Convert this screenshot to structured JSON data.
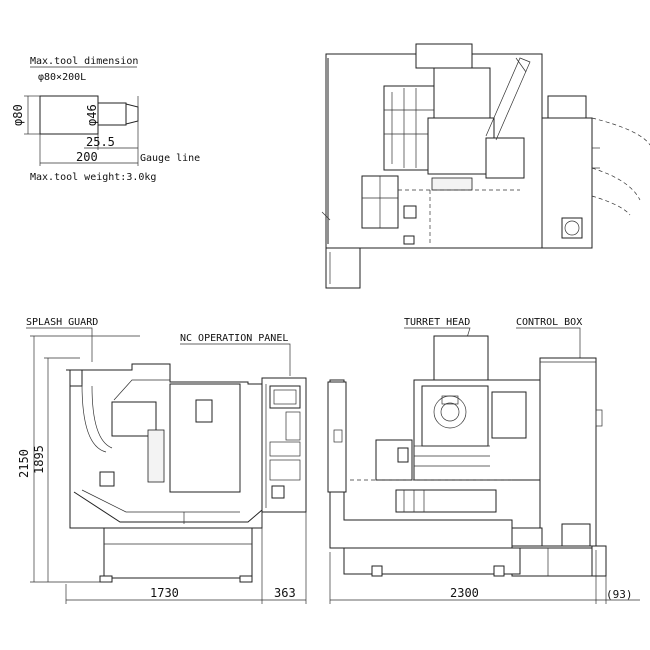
{
  "tool": {
    "title": "Max.tool dimension",
    "size": "φ80×200L",
    "dia80": "φ80",
    "dia46": "φ46",
    "d255": "25.5",
    "d200": "200",
    "gauge": "Gauge line",
    "weight": "Max.tool weight:3.0kg"
  },
  "labels": {
    "splash_guard": "SPLASH GUARD",
    "nc_panel": "NC OPERATION PANEL",
    "turret_head": "TURRET HEAD",
    "control_box": "CONTROL BOX"
  },
  "dims": {
    "h2150": "2150",
    "h1895": "1895",
    "w1730": "1730",
    "w363": "363",
    "w2300": "2300",
    "w93": "(93)"
  }
}
